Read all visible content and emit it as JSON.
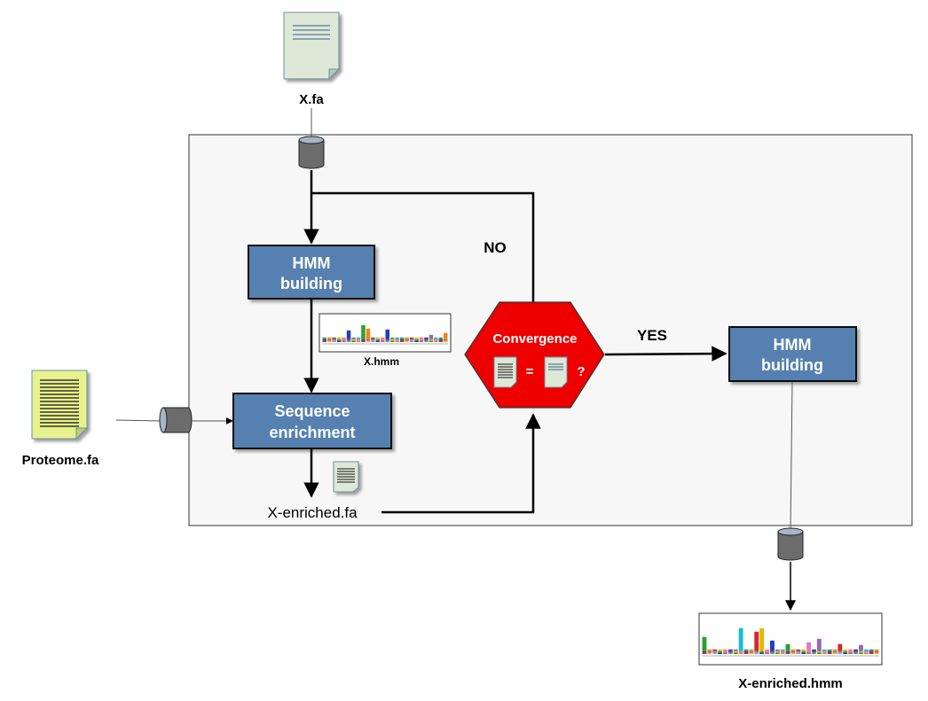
{
  "files": {
    "input": "X.fa",
    "proteome": "Proteome.fa",
    "hmm": "X.hmm",
    "enriched": "X-enriched.fa",
    "final_hmm": "X-enriched.hmm"
  },
  "steps": {
    "hmm_building": [
      "HMM",
      "building"
    ],
    "sequence_enrichment": [
      "Sequence",
      "enrichment"
    ],
    "final_hmm_building": [
      "HMM",
      "building"
    ]
  },
  "decision": {
    "label": "Convergence",
    "equals": "=",
    "question": "?",
    "no": "NO",
    "yes": "YES"
  },
  "colors": {
    "process_fill": "#5580b0",
    "process_text": "#ffffff",
    "decision_fill": "#ee0000",
    "container_fill": "#f7f7f7",
    "file_fill": "#dde8d6",
    "proteome_fill": "#e6f28c",
    "cylinder_fill": "#6c6c6c"
  }
}
